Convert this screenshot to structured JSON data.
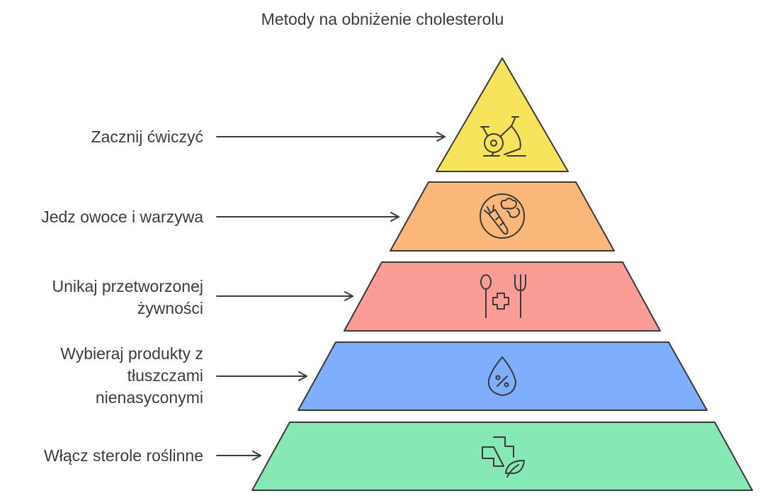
{
  "title": "Metody na obniżenie cholesterolu",
  "levels": [
    {
      "label_lines": [
        "Zacznij  ćwiczyć"
      ],
      "icon": "exercise-bike-icon",
      "color": "#f8e45c"
    },
    {
      "label_lines": [
        "Jedz owoce i warzywa"
      ],
      "icon": "fruits-vegetables-icon",
      "color": "#fbb77a"
    },
    {
      "label_lines": [
        "Unikaj przetworzonej",
        "żywności"
      ],
      "icon": "utensils-health-icon",
      "color": "#fc9c96"
    },
    {
      "label_lines": [
        "Wybieraj produkty z",
        "tłuszczami",
        "nienasyconymi"
      ],
      "icon": "fat-percent-drop-icon",
      "color": "#7eaefc"
    },
    {
      "label_lines": [
        "Włącz sterole roślinne"
      ],
      "icon": "health-leaf-icon",
      "color": "#86e8b4"
    }
  ]
}
